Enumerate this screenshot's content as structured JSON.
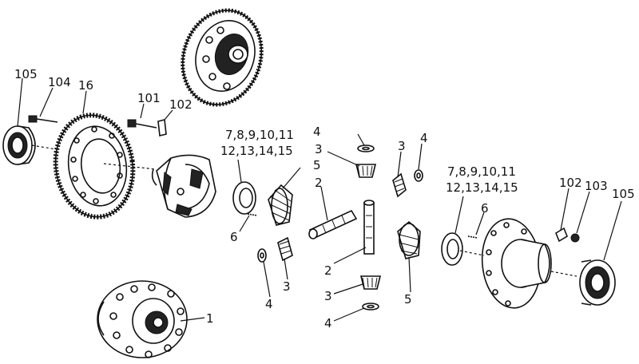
{
  "labels": {
    "l105a": "105",
    "l104": "104",
    "l16": "16",
    "l101": "101",
    "l102a": "102",
    "l7a1": "7,8,9,10,11",
    "l7a2": "12,13,14,15",
    "l4a": "4",
    "l3a": "3",
    "l5a": "5",
    "l2a": "2",
    "l3b": "3",
    "l4b": "4",
    "l7b1": "7,8,9,10,11",
    "l7b2": "12,13,14,15",
    "l102b": "102",
    "l103": "103",
    "l105b": "105",
    "l6a": "6",
    "l6b": "6",
    "l4c": "4",
    "l3c": "3",
    "l2b": "2",
    "l5b": "5",
    "l3d": "3",
    "l4d": "4",
    "l1": "1"
  }
}
